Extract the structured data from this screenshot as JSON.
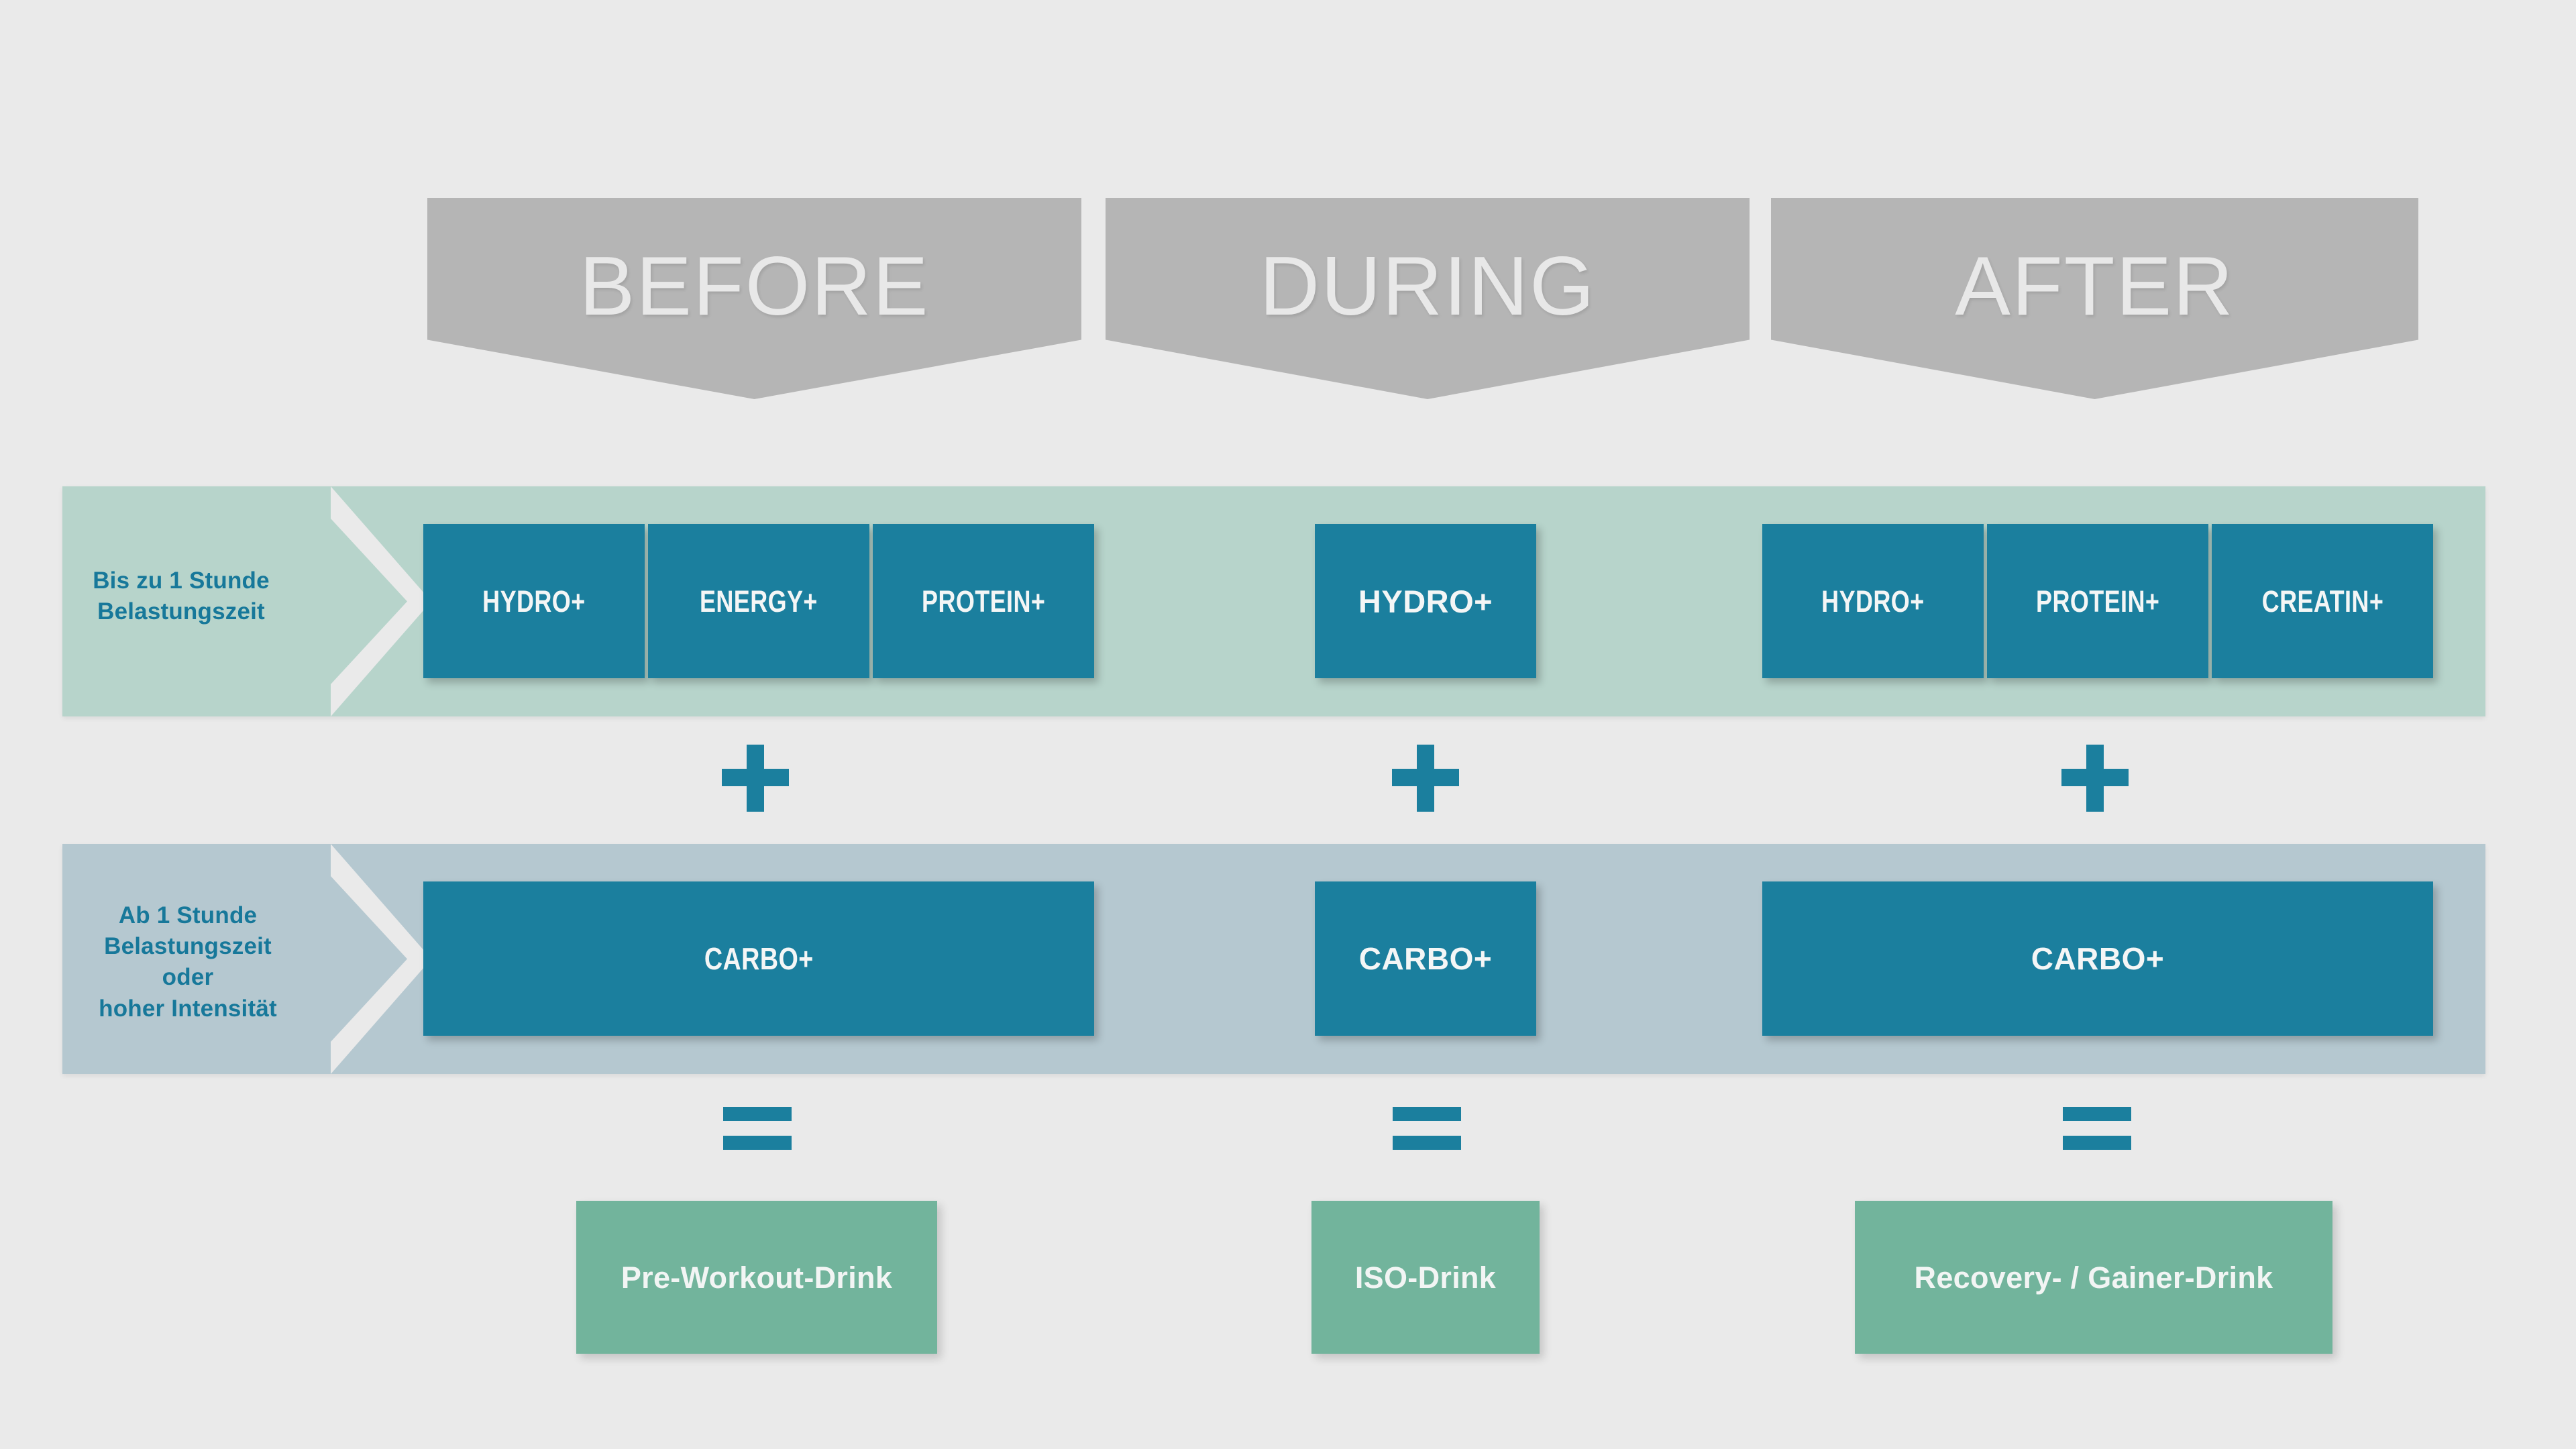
{
  "colors": {
    "background": "#eaeaea",
    "banner": "#b5b5b5",
    "banner_text": "#e8e8e8",
    "band_row1": "#b7d4cb",
    "band_row2": "#b5c8d0",
    "tile": "#1b7f9e",
    "tile_text": "#f4f6f6",
    "label_text": "#17789a",
    "drink": "#72b49c",
    "drink_text": "#f2f5f4"
  },
  "phases": [
    {
      "id": "before",
      "label": "BEFORE"
    },
    {
      "id": "during",
      "label": "DURING"
    },
    {
      "id": "after",
      "label": "AFTER"
    }
  ],
  "rows": [
    {
      "id": "row-up-to-1h",
      "label_line1": "Bis zu 1 Stunde",
      "label_line2": "Belastungszeit",
      "label_line3": "",
      "columns": {
        "before": [
          "HYDRO+",
          "ENERGY+",
          "PROTEIN+"
        ],
        "during": [
          "HYDRO+"
        ],
        "after": [
          "HYDRO+",
          "PROTEIN+",
          "CREATIN+"
        ]
      }
    },
    {
      "id": "row-from-1h",
      "label_line1": "Ab 1 Stunde",
      "label_line2": "Belastungszeit oder",
      "label_line3": "hoher Intensität",
      "columns": {
        "before": [
          "CARBO+"
        ],
        "during": [
          "CARBO+"
        ],
        "after": [
          "CARBO+"
        ]
      }
    }
  ],
  "operators": {
    "plus": "+",
    "equals": "="
  },
  "results": {
    "before": "Pre-Workout-Drink",
    "during": "ISO-Drink",
    "after": "Recovery- / Gainer-Drink"
  }
}
